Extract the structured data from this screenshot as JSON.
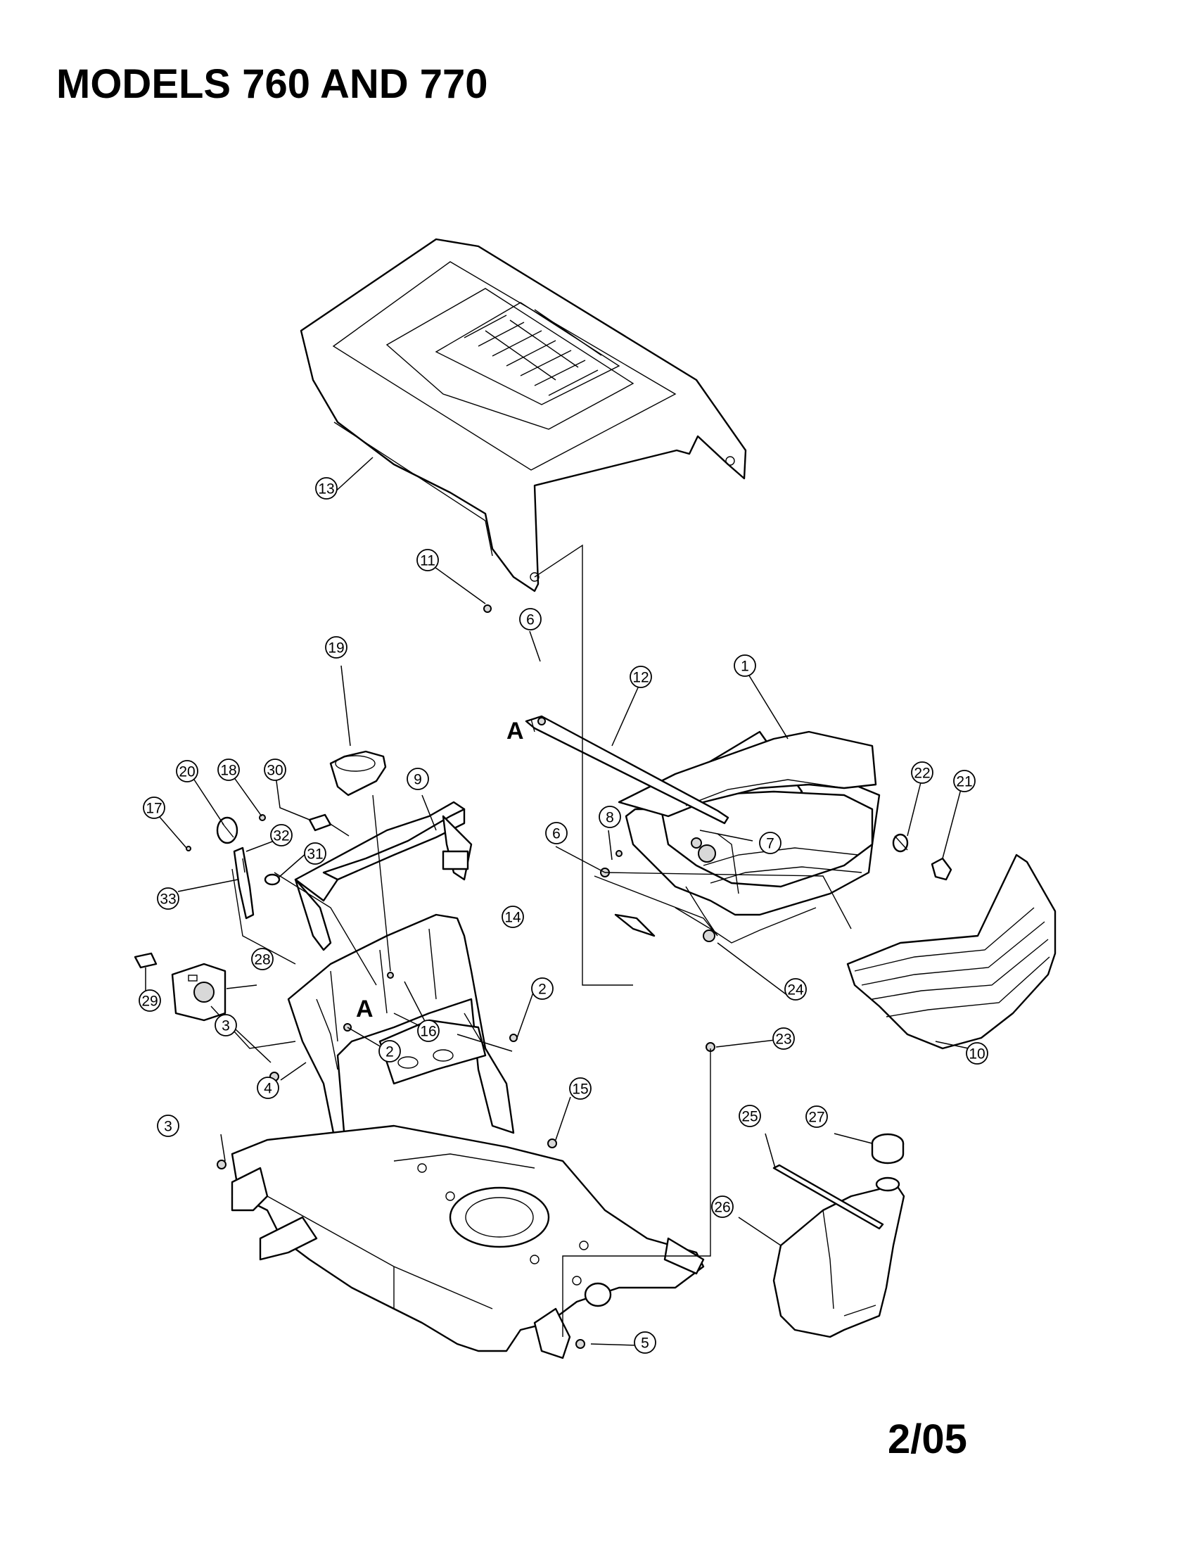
{
  "title": "MODELS 760 AND 770",
  "date_code": "2/05",
  "ref_letter": "A",
  "callouts": [
    "1",
    "2",
    "3",
    "4",
    "5",
    "6",
    "7",
    "8",
    "9",
    "10",
    "11",
    "12",
    "13",
    "14",
    "15",
    "16",
    "17",
    "18",
    "19",
    "20",
    "21",
    "22",
    "23",
    "24",
    "25",
    "26",
    "27",
    "28",
    "29",
    "30",
    "31",
    "32",
    "33"
  ]
}
